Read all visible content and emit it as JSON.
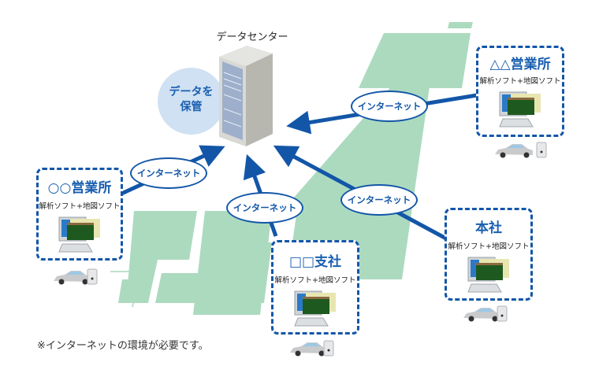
{
  "data_center": {
    "title": "データセンター",
    "storage_label_line1": "データを",
    "storage_label_line2": "保管"
  },
  "connection_label": "インターネット",
  "connections": [
    {
      "from": "△△営業所",
      "label": "インターネット"
    },
    {
      "from": "○○営業所",
      "label": "インターネット"
    },
    {
      "from": "□□支社",
      "label": "インターネット"
    },
    {
      "from": "本社",
      "label": "インターネット"
    }
  ],
  "sites": [
    {
      "id": "sales-office-triangle",
      "name": "△△営業所",
      "software": "解析ソフト+地図ソフト"
    },
    {
      "id": "sales-office-circle",
      "name": "○○営業所",
      "software": "解析ソフト+地図ソフト"
    },
    {
      "id": "branch-square",
      "name": "□□支社",
      "software": "解析ソフト+地図ソフト"
    },
    {
      "id": "head-office",
      "name": "本社",
      "software": "解析ソフト+地図ソフト"
    }
  ],
  "footnote": "※インターネットの環境が必要です。",
  "colors": {
    "accent_blue": "#1356a8",
    "map_green": "#acdabf",
    "storage_circle": "#cfe1f3"
  }
}
